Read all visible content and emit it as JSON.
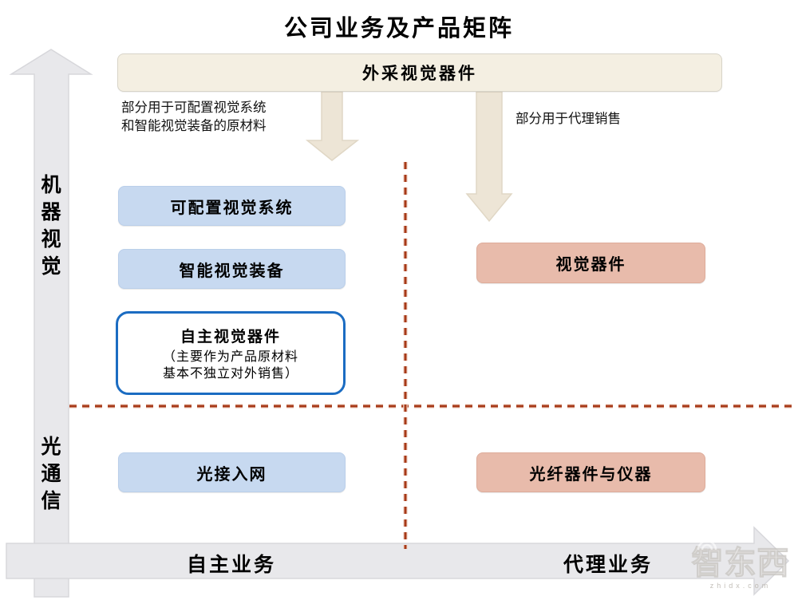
{
  "title": "公司业务及产品矩阵",
  "top_flow": {
    "source_box_label": "外采视觉器件",
    "left_note": {
      "line1": "部分用于可配置视觉系统",
      "line2": "和智能视觉装备的原材料"
    },
    "right_note": "部分用于代理销售"
  },
  "y_axis": {
    "top_label": "机器视觉",
    "bottom_label": "光通信"
  },
  "x_axis": {
    "left_label": "自主业务",
    "right_label": "代理业务"
  },
  "quadrants": {
    "machine_vision_own": {
      "configurable_systems": "可配置视觉系统",
      "intelligent_equipment": "智能视觉装备",
      "own_components": {
        "title": "自主视觉器件",
        "note_line1": "（主要作为产品原材料",
        "note_line2": "基本不独立对外销售）"
      }
    },
    "machine_vision_agency": {
      "vision_components": "视觉器件"
    },
    "optical_comm_own": {
      "optical_access_network": "光接入网"
    },
    "optical_comm_agency": {
      "fiber_devices_instruments": "光纤器件与仪器"
    }
  },
  "watermark": {
    "text": "智东西",
    "subtext": "zhidx.com"
  },
  "colors": {
    "own_product_fill": "#C7D9F0",
    "agency_product_fill": "#E8BBAB",
    "external_source_fill": "#F4EFE2",
    "flow_arrow_fill": "#EDE5D6",
    "axis_arrow_fill": "#E8E8EB",
    "divider_red": "#A73A18",
    "highlight_border_blue": "#1B6CC2"
  }
}
